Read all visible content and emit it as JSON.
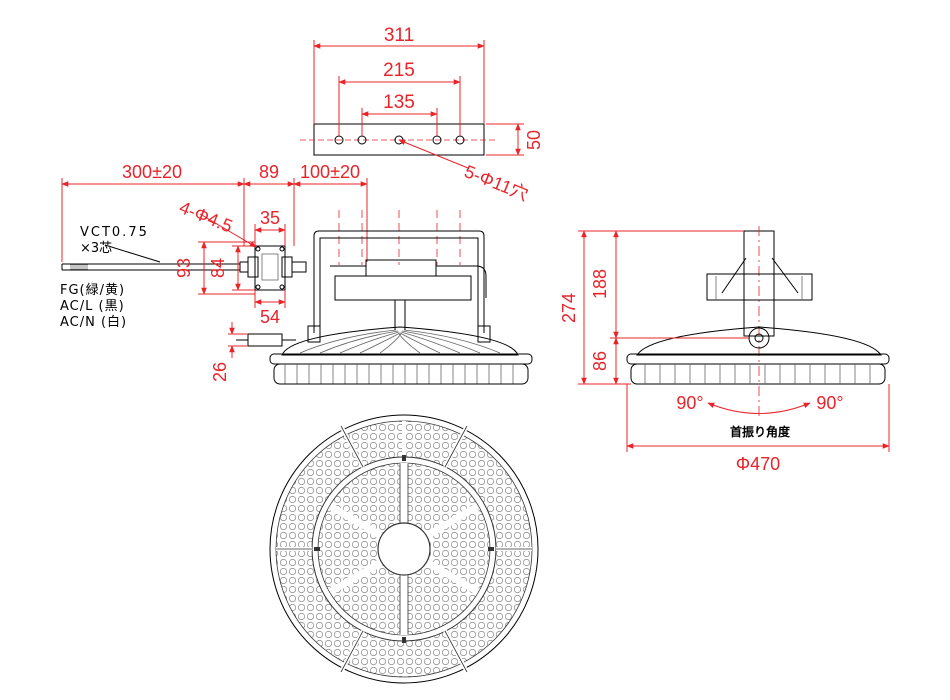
{
  "dimensions": {
    "top_w1": "311",
    "top_w2": "215",
    "top_w3": "135",
    "top_h": "50",
    "holes": "5-Φ11穴",
    "cable_len": "300±20",
    "box_w": "89",
    "lead_len": "100±20",
    "mount_holes": "4-Φ4.5",
    "box_inner": "35",
    "box_h1": "93",
    "box_h2": "84",
    "box_base": "54",
    "box_depth": "26",
    "height_total": "274",
    "height_upper": "188",
    "height_lower": "86",
    "angle_left": "90°",
    "angle_right": "90°",
    "diameter": "Φ470"
  },
  "notes": {
    "cable_type": "VCT0.75",
    "cores": "×3芯",
    "fg": "FG(緑/黄)",
    "acl": "AC/L (黒)",
    "acn": "AC/N (白)",
    "swing": "首振り角度"
  },
  "colors": {
    "dimension": "#e8242a",
    "outline": "#000000"
  }
}
